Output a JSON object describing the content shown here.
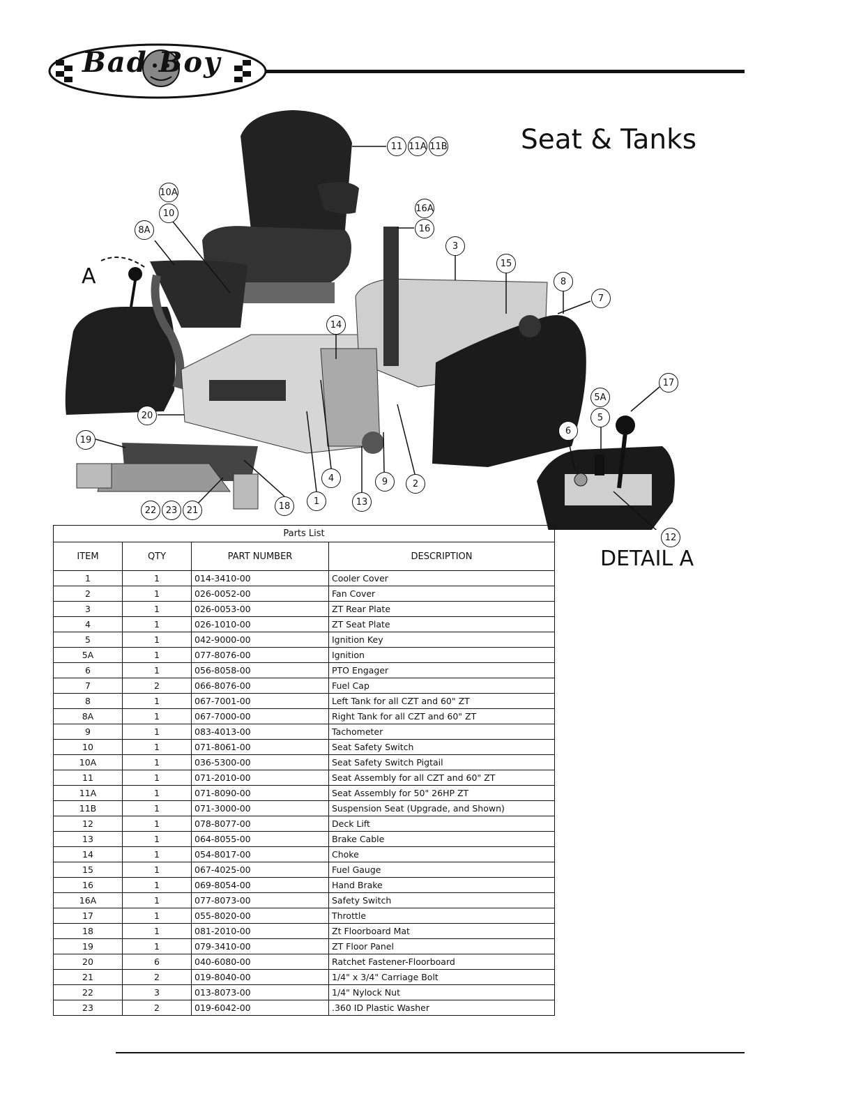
{
  "header": {
    "brand": "Bad Boy"
  },
  "page": {
    "title": "Seat & Tanks",
    "detail_label": "DETAIL  A",
    "view_letter": "A"
  },
  "callouts": [
    "11",
    "11A",
    "11B",
    "10A",
    "10",
    "8A",
    "16A",
    "16",
    "3",
    "15",
    "8",
    "7",
    "14",
    "17",
    "5A",
    "5",
    "6",
    "20",
    "19",
    "4",
    "9",
    "2",
    "1",
    "13",
    "18",
    "22",
    "23",
    "21",
    "12"
  ],
  "parts_list": {
    "caption": "Parts List",
    "columns": [
      "ITEM",
      "QTY",
      "PART NUMBER",
      "DESCRIPTION"
    ],
    "rows": [
      [
        "1",
        "1",
        "014-3410-00",
        "Cooler Cover"
      ],
      [
        "2",
        "1",
        "026-0052-00",
        "Fan Cover"
      ],
      [
        "3",
        "1",
        "026-0053-00",
        "ZT Rear Plate"
      ],
      [
        "4",
        "1",
        "026-1010-00",
        "ZT Seat Plate"
      ],
      [
        "5",
        "1",
        "042-9000-00",
        "Ignition Key"
      ],
      [
        "5A",
        "1",
        "077-8076-00",
        "Ignition"
      ],
      [
        "6",
        "1",
        "056-8058-00",
        "PTO Engager"
      ],
      [
        "7",
        "2",
        "066-8076-00",
        "Fuel Cap"
      ],
      [
        "8",
        "1",
        "067-7001-00",
        "Left Tank for all CZT and 60\" ZT"
      ],
      [
        "8A",
        "1",
        "067-7000-00",
        "Right Tank for all CZT and 60\" ZT"
      ],
      [
        "9",
        "1",
        "083-4013-00",
        "Tachometer"
      ],
      [
        "10",
        "1",
        "071-8061-00",
        "Seat Safety Switch"
      ],
      [
        "10A",
        "1",
        "036-5300-00",
        "Seat Safety Switch Pigtail"
      ],
      [
        "11",
        "1",
        "071-2010-00",
        "Seat Assembly for all CZT and 60\" ZT"
      ],
      [
        "11A",
        "1",
        "071-8090-00",
        "Seat Assembly for 50\" 26HP ZT"
      ],
      [
        "11B",
        "1",
        "071-3000-00",
        "Suspension Seat (Upgrade, and Shown)"
      ],
      [
        "12",
        "1",
        "078-8077-00",
        "Deck Lift"
      ],
      [
        "13",
        "1",
        "064-8055-00",
        "Brake Cable"
      ],
      [
        "14",
        "1",
        "054-8017-00",
        "Choke"
      ],
      [
        "15",
        "1",
        "067-4025-00",
        "Fuel Gauge"
      ],
      [
        "16",
        "1",
        "069-8054-00",
        "Hand Brake"
      ],
      [
        "16A",
        "1",
        "077-8073-00",
        "Safety Switch"
      ],
      [
        "17",
        "1",
        "055-8020-00",
        "Throttle"
      ],
      [
        "18",
        "1",
        "081-2010-00",
        "Zt Floorboard Mat"
      ],
      [
        "19",
        "1",
        "079-3410-00",
        "ZT Floor Panel"
      ],
      [
        "20",
        "6",
        "040-6080-00",
        "Ratchet Fastener-Floorboard"
      ],
      [
        "21",
        "2",
        "019-8040-00",
        "1/4\" x 3/4\" Carriage Bolt"
      ],
      [
        "22",
        "3",
        "013-8073-00",
        "1/4\" Nylock Nut"
      ],
      [
        "23",
        "2",
        "019-6042-00",
        ".360 ID Plastic Washer"
      ]
    ]
  }
}
